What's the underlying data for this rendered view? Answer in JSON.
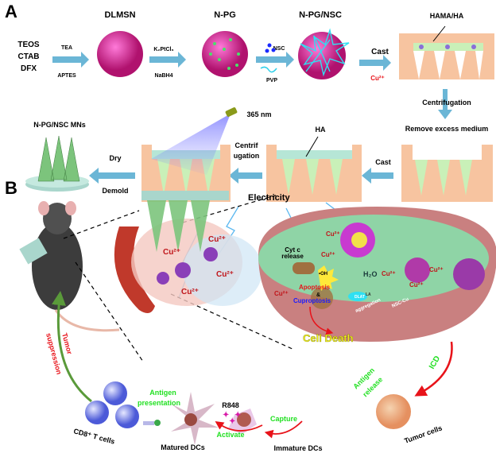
{
  "panelA": {
    "label": "A",
    "reagents": [
      "TEOS",
      "CTAB",
      "DFX"
    ],
    "step1": {
      "top": "TEA",
      "bottom": "APTES"
    },
    "dlmsn": "DLMSN",
    "step2": {
      "top": "K₂PtCl₆",
      "bottom": "NaBH4"
    },
    "npg": "N-PG",
    "step3": {
      "top": "NSC",
      "bottom": "PVP"
    },
    "npgnsc": "N-PG/NSC",
    "cast1": "Cast",
    "cu": "Cu²⁺",
    "hama": "HAMA/HA",
    "centrifugation": "Centrifugation",
    "remove": "Remove excess medium",
    "cast2": "Cast",
    "ha": "HA",
    "centrif1": "Centrif",
    "centrif2": "ugation",
    "uv": "365 nm",
    "dry": "Dry",
    "demold": "Demold",
    "mns": "N-PG/NSC MNs"
  },
  "panelB": {
    "label": "B",
    "electricity": "Electricity",
    "cu": "Cu²⁺",
    "cytc1": "Cyt c",
    "cytc2": "release",
    "oh": "•OH",
    "h2o": "H₂O",
    "apoptosis": "Apoptosis",
    "amp": "&",
    "cuproptosis": "Cuproptosis",
    "aggregation": "aggregation",
    "nsccu": "NSC-Cu",
    "lipo": "LA",
    "dlat": "DLAT",
    "celldeath": "Cell Death",
    "icd": "ICD",
    "antigen_release1": "Antigen",
    "antigen_release2": "release",
    "tumor_cells": "Tumor cells",
    "capture": "Capture",
    "immature": "Immature DCs",
    "r848": "R848",
    "activate": "Activate",
    "matured": "Matured DCs",
    "antigen_pres1": "Antigen",
    "antigen_pres2": "presentation",
    "tcells": "CD8⁺ T cells",
    "tumor_supp1": "Tumor",
    "tumor_supp2": "suppression"
  },
  "colors": {
    "arrow": "#6bb6d6",
    "mold": "#f7c4a0",
    "gel": "#c9f0b8",
    "red": "#e8131a",
    "green": "#22e022",
    "blue": "#1a1aff",
    "cell": "#c88080",
    "cyto": "#8fd4a6"
  }
}
